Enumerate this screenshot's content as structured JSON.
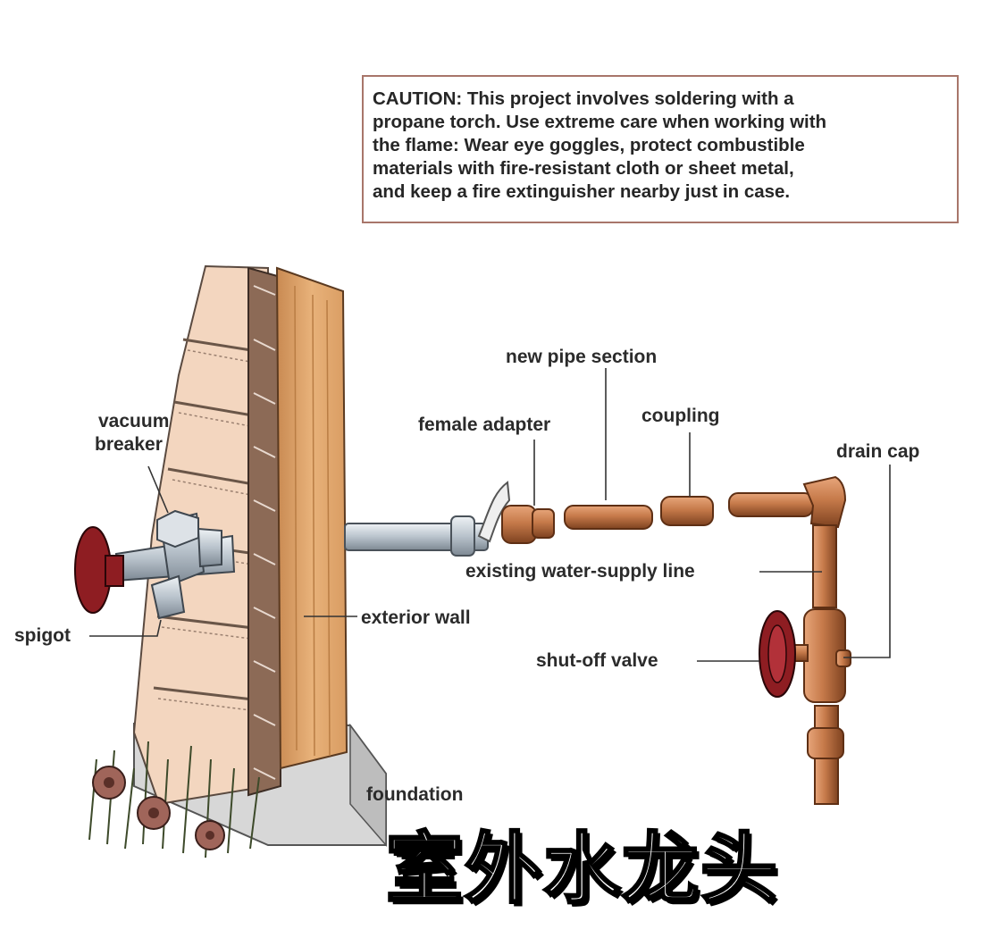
{
  "caution": {
    "lines": [
      "CAUTION: This project involves soldering with a",
      "propane torch. Use extreme care when working with",
      "the flame: Wear eye goggles, protect combustible",
      "materials with fire-resistant cloth or sheet metal,",
      "and keep a fire extinguisher nearby just in case."
    ]
  },
  "labels": {
    "vacuum_breaker_1": "vacuum",
    "vacuum_breaker_2": "breaker",
    "spigot": "spigot",
    "exterior_wall": "exterior wall",
    "foundation": "foundation",
    "new_pipe_section": "new pipe section",
    "female_adapter": "female adapter",
    "coupling": "coupling",
    "drain_cap": "drain cap",
    "existing_supply_line": "existing water-supply line",
    "shutoff_valve": "shut-off valve"
  },
  "title": "室外水龙头",
  "colors": {
    "copper": "#c67a4a",
    "copper_dark": "#8a4a24",
    "galvanized": "#b9c3cc",
    "wood": "#e3ad73",
    "siding": "#f3d6bf",
    "handle_red": "#8e1d22",
    "caution_border": "#a8766a"
  }
}
